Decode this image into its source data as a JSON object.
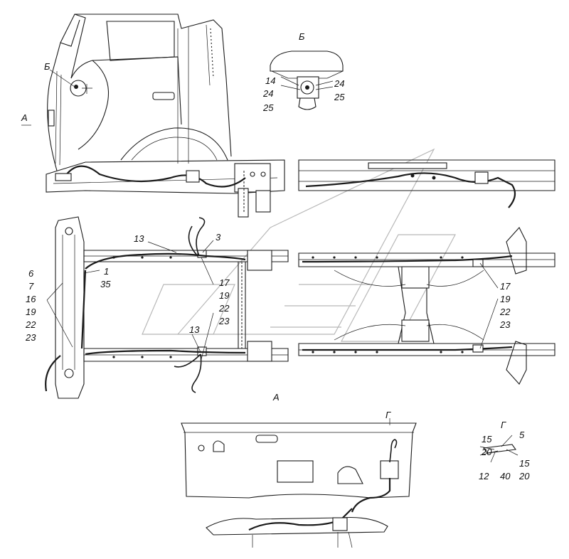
{
  "views": {
    "a": "А",
    "b": "Б",
    "g": "Г"
  },
  "callouts": {
    "c1": "1",
    "c35": "35",
    "c3": "3",
    "c5": "5",
    "c6": "6",
    "c7": "7",
    "c12": "12",
    "c13a": "13",
    "c13b": "13",
    "c14": "14",
    "c15a": "15",
    "c15b": "15",
    "c16": "16",
    "c17a": "17",
    "c17b": "17",
    "c19a": "19",
    "c19b": "19",
    "c19c": "19",
    "c20a": "20",
    "c20b": "20",
    "c22a": "22",
    "c22b": "22",
    "c22c": "22",
    "c23a": "23",
    "c23b": "23",
    "c23c": "23",
    "c24a": "24",
    "c24b": "24",
    "c25a": "25",
    "c25b": "25",
    "c40": "40"
  }
}
